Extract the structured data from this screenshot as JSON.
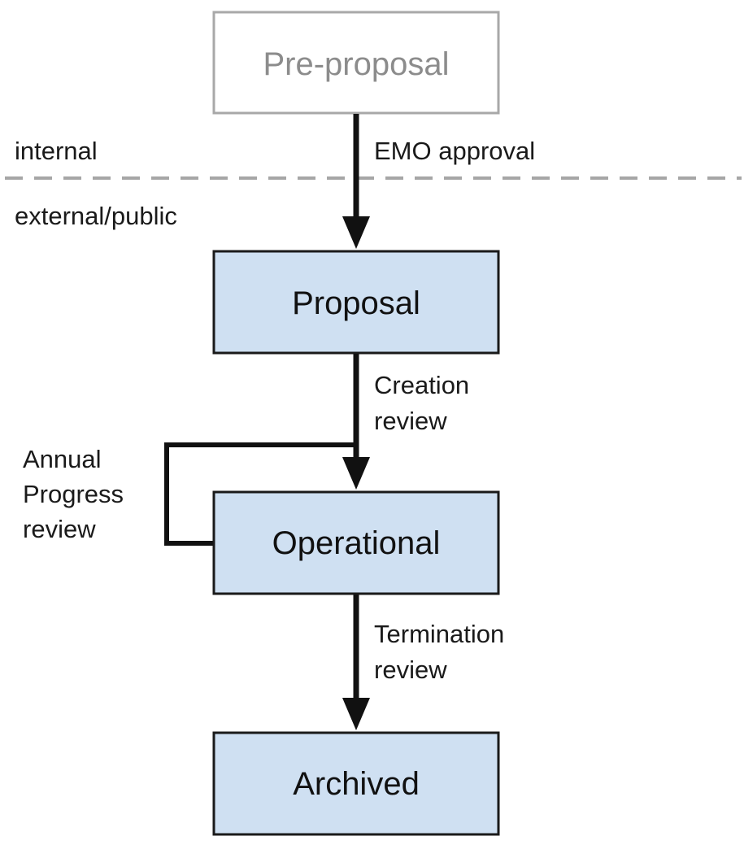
{
  "zones": {
    "upper": "internal",
    "lower": "external/public"
  },
  "nodes": {
    "pre_proposal": "Pre-proposal",
    "proposal": "Proposal",
    "operational": "Operational",
    "archived": "Archived"
  },
  "edges": {
    "emo_approval": "EMO approval",
    "creation_review": [
      "Creation",
      "review"
    ],
    "annual_progress_review": [
      "Annual",
      "Progress",
      "review"
    ],
    "termination_review": [
      "Termination",
      "review"
    ]
  },
  "colors": {
    "box_fill": "#cfe0f2",
    "box_stroke": "#1a1a1a",
    "pre_box_stroke": "#a8a8a8",
    "pre_text": "#8c8c8c",
    "arrow": "#111111",
    "divider": "#a6a6a6"
  }
}
